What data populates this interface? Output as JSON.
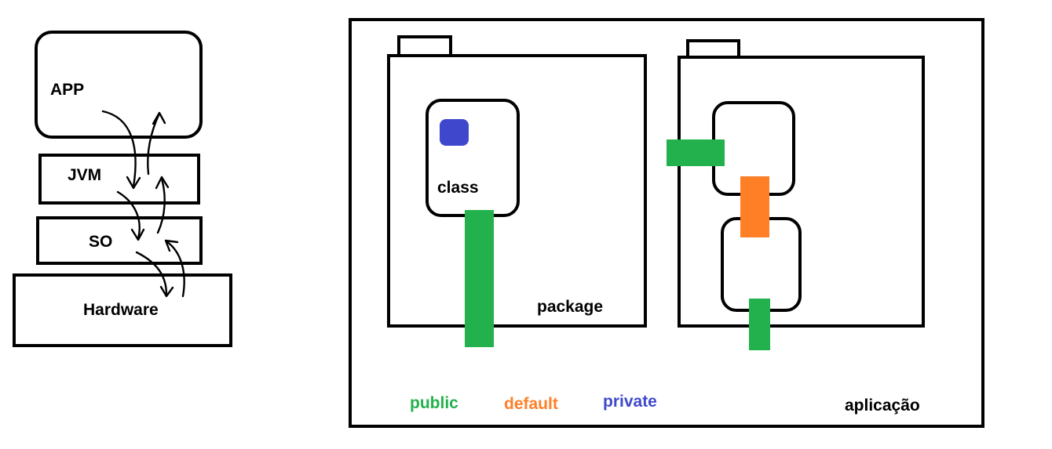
{
  "stack": {
    "app_label": "APP",
    "jvm_label": "JVM",
    "so_label": "SO",
    "hardware_label": "Hardware"
  },
  "diagram": {
    "class_label": "class",
    "package_label": "package",
    "application_label": "aplicação"
  },
  "legend": {
    "public_label": "public",
    "default_label": "default",
    "private_label": "private"
  },
  "colors": {
    "public": "#22b14c",
    "default": "#ff7f27",
    "private": "#3f48cc",
    "outline": "#000000"
  }
}
